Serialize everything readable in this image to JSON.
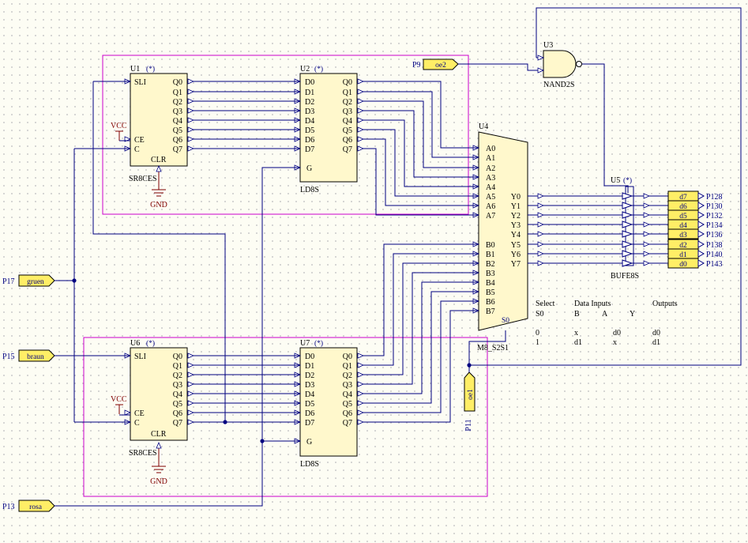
{
  "schematic": {
    "u1": {
      "ref": "U1",
      "type": "SR8CES",
      "left_pins": [
        "SLI",
        "CE",
        "C"
      ],
      "bottom_pin": "CLR",
      "outputs": [
        "Q0",
        "Q1",
        "Q2",
        "Q3",
        "Q4",
        "Q5",
        "Q6",
        "Q7"
      ]
    },
    "u2": {
      "ref": "U2",
      "type": "LD8S",
      "inputs": [
        "D0",
        "D1",
        "D2",
        "D3",
        "D4",
        "D5",
        "D6",
        "D7"
      ],
      "gate": "G",
      "outputs": [
        "Q0",
        "Q1",
        "Q2",
        "Q3",
        "Q4",
        "Q5",
        "Q6",
        "Q7"
      ]
    },
    "u6": {
      "ref": "U6",
      "type": "SR8CES",
      "left_pins": [
        "SLI",
        "CE",
        "C"
      ],
      "bottom_pin": "CLR",
      "outputs": [
        "Q0",
        "Q1",
        "Q2",
        "Q3",
        "Q4",
        "Q5",
        "Q6",
        "Q7"
      ]
    },
    "u7": {
      "ref": "U7",
      "type": "LD8S",
      "inputs": [
        "D0",
        "D1",
        "D2",
        "D3",
        "D4",
        "D5",
        "D6",
        "D7"
      ],
      "gate": "G",
      "outputs": [
        "Q0",
        "Q1",
        "Q2",
        "Q3",
        "Q4",
        "Q5",
        "Q6",
        "Q7"
      ]
    },
    "u4": {
      "ref": "U4",
      "type": "M8_S2S1",
      "a_pins": [
        "A0",
        "A1",
        "A2",
        "A3",
        "A4",
        "A5",
        "A6",
        "A7"
      ],
      "b_pins": [
        "B0",
        "B1",
        "B2",
        "B3",
        "B4",
        "B5",
        "B6",
        "B7"
      ],
      "y_pins": [
        "Y0",
        "Y1",
        "Y2",
        "Y3",
        "Y4",
        "Y5",
        "Y6",
        "Y7"
      ],
      "select": "S0"
    },
    "u3": {
      "ref": "U3",
      "type": "NAND2S"
    },
    "u5": {
      "ref": "U5",
      "type": "BUFE8S"
    },
    "power": {
      "vcc": "VCC",
      "gnd": "GND"
    },
    "ports_in": [
      {
        "pin": "P9",
        "net": "oe2"
      },
      {
        "pin": "P17",
        "net": "gruen"
      },
      {
        "pin": "P15",
        "net": "braun"
      },
      {
        "pin": "P13",
        "net": "rosa"
      },
      {
        "pin": "P11",
        "net": "oe1"
      }
    ],
    "ports_out": [
      {
        "net": "d7",
        "pin": "P128"
      },
      {
        "net": "d6",
        "pin": "P130"
      },
      {
        "net": "d5",
        "pin": "P132"
      },
      {
        "net": "d4",
        "pin": "P134"
      },
      {
        "net": "d3",
        "pin": "P136"
      },
      {
        "net": "d2",
        "pin": "P138"
      },
      {
        "net": "d1",
        "pin": "P140"
      },
      {
        "net": "d0",
        "pin": "P143"
      }
    ],
    "truth_table": {
      "headers": {
        "select": "Select",
        "data_inputs": "Data Inputs",
        "outputs": "Outputs"
      },
      "sub": [
        "S0",
        "B",
        "A",
        "Y"
      ],
      "rows": [
        [
          "0",
          "x",
          "d0",
          "d0"
        ],
        [
          "1",
          "d1",
          "x",
          "d1"
        ]
      ]
    }
  },
  "colors": {
    "wire": "#000080",
    "box": "#cc00cc",
    "part_fill": "#fff8cc",
    "power": "#800000",
    "flag": "#ffee66"
  }
}
